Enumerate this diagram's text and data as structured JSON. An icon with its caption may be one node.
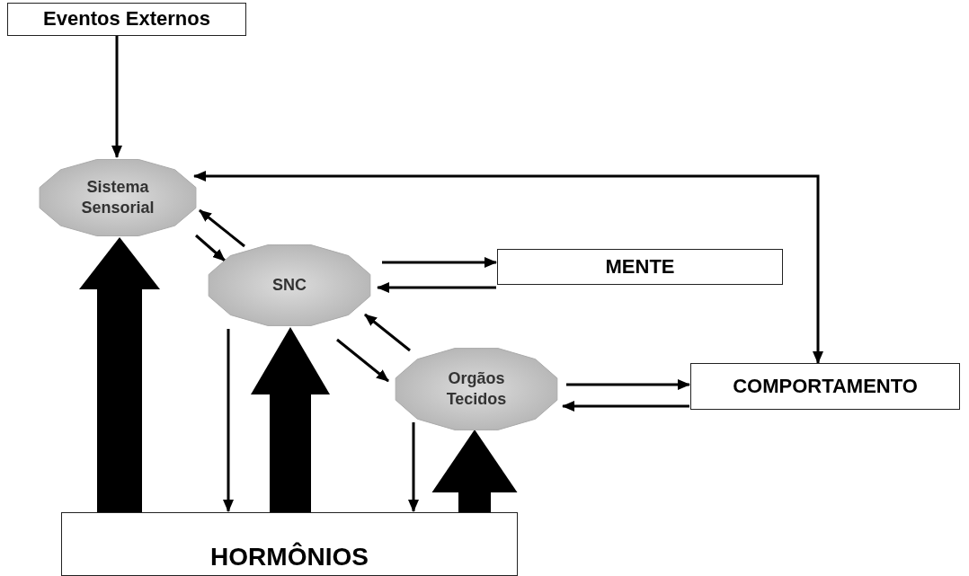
{
  "diagram": {
    "nodes": [
      {
        "text": [
          "Eventos Externos"
        ]
      },
      {
        "text": [
          "Sistema Sensorial"
        ]
      },
      {
        "text": [
          "SNC"
        ]
      },
      {
        "text": [
          "MENTE"
        ]
      },
      {
        "text": [
          "Orgãos Tecidos"
        ]
      },
      {
        "text": [
          "COMPORTAMENTO"
        ]
      },
      {
        "text": [
          "HORMÔNIOS"
        ]
      }
    ],
    "edges": [
      {
        "from": 0,
        "to": 1,
        "arrow": "to"
      },
      {
        "from": 5,
        "to": 1,
        "arrow": "both"
      },
      {
        "from": 1,
        "to": 2,
        "arrow": "to"
      },
      {
        "from": 2,
        "to": 1,
        "arrow": "to"
      },
      {
        "from": 2,
        "to": 3,
        "arrow": "to"
      },
      {
        "from": 3,
        "to": 2,
        "arrow": "to"
      },
      {
        "from": 2,
        "to": 4,
        "arrow": "to"
      },
      {
        "from": 4,
        "to": 2,
        "arrow": "to"
      },
      {
        "from": 4,
        "to": 5,
        "arrow": "to"
      },
      {
        "from": 5,
        "to": 4,
        "arrow": "to"
      },
      {
        "from": 2,
        "to": 6,
        "arrow": "to"
      },
      {
        "from": 4,
        "to": 6,
        "arrow": "to"
      },
      {
        "from": 6,
        "to": 1,
        "arrow": "to",
        "style": "thick"
      },
      {
        "from": 6,
        "to": 2,
        "arrow": "to",
        "style": "thick"
      },
      {
        "from": 6,
        "to": 4,
        "arrow": "to",
        "style": "thick"
      }
    ]
  }
}
